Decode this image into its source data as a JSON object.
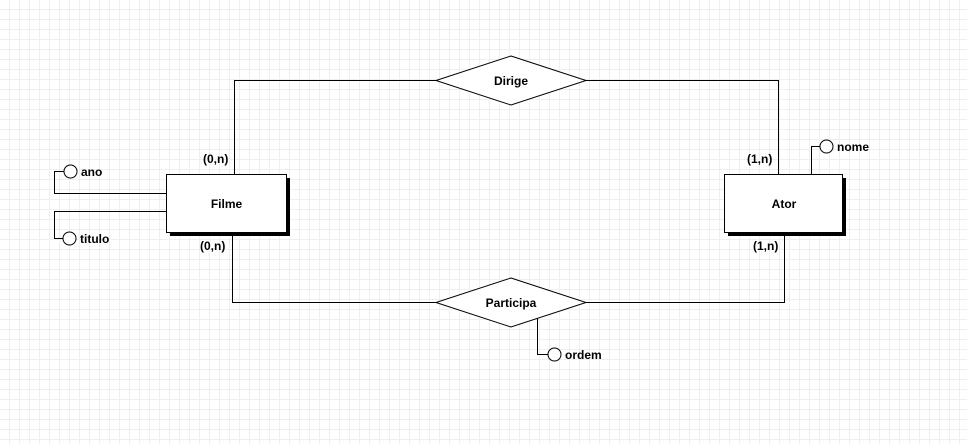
{
  "entities": {
    "filme": "Filme",
    "ator": "Ator"
  },
  "relationships": {
    "dirige": "Dirige",
    "participa": "Participa"
  },
  "attributes": {
    "ano": "ano",
    "titulo": "titulo",
    "nome": "nome",
    "ordem": "ordem"
  },
  "cardinalities": {
    "filme_dirige": "(0,n)",
    "ator_dirige": "(1,n)",
    "filme_participa": "(0,n)",
    "ator_participa": "(1,n)"
  },
  "colors": {
    "line": "#000000",
    "fill": "#ffffff",
    "grid": "#efefef"
  }
}
